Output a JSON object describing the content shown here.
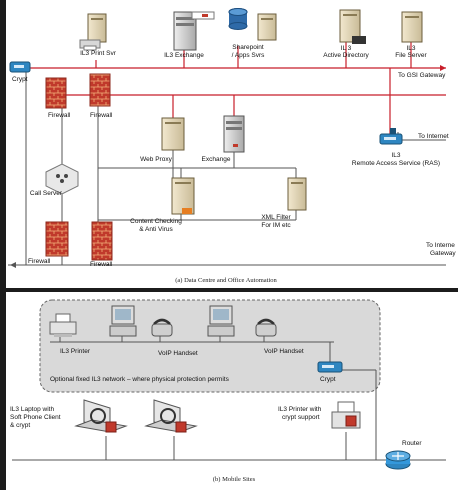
{
  "top": {
    "servers": {
      "print": "IL3 Print Svr",
      "exchange": "IL3 Exchange",
      "sharepoint_line1": "Sharepoint",
      "sharepoint_line2": "/ Apps Svrs",
      "ad_line1": "IL 3",
      "ad_line2": "Active Directory",
      "file_server_line1": "IL3",
      "file_server_line2": "File Server"
    },
    "crypt": "Crypt",
    "to_gsi": "To GSI Gateway",
    "firewall_left_top": "Firewall",
    "firewall_mid_top": "Firewall",
    "web_proxy": "Web Proxy",
    "exchange_dmz": "Exchange",
    "to_internet": "To Internet",
    "ras_line1": "IL3",
    "ras_line2": "Remote Access Service (RAS)",
    "call_server": "Call Server",
    "content_line1": "Content Checking",
    "content_line2": "& Anti Virus",
    "xml_line1": "XML Filter",
    "xml_line2": "For IM etc",
    "firewall_left_bottom": "Firewall",
    "firewall_mid_bottom": "Firewall",
    "to_internet_gateway_line1": "To Interne",
    "to_internet_gateway_line2": "Gateway",
    "caption": "(a) Data Centre and Office Automation"
  },
  "bottom": {
    "il3_printer": "IL3 Printer",
    "voip_handset_1": "VoIP Handset",
    "voip_handset_2": "VoIP Handset",
    "crypt": "Crypt",
    "optional_network": "Optional fixed IL3 network – where physical protection permits",
    "laptop_line1": "IL3 Laptop with",
    "laptop_line2": "Soft Phone Client",
    "laptop_line3": "& crypt",
    "printer_crypt_line1": "IL3 Printer with",
    "printer_crypt_line2": "crypt support",
    "router": "Router",
    "caption": "(b) Mobile Sites"
  }
}
